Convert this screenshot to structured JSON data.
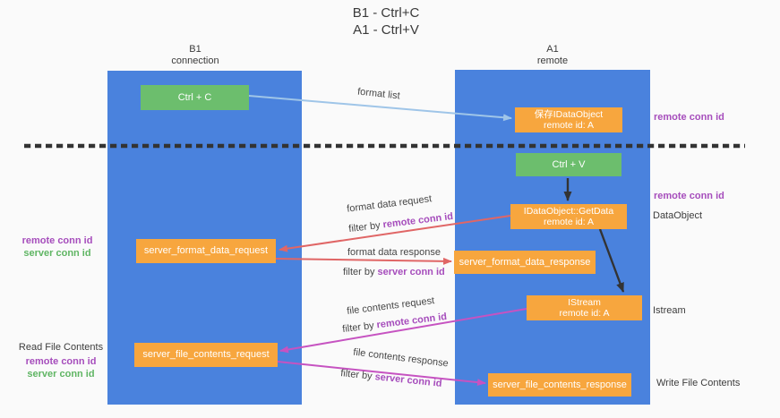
{
  "title": {
    "line1": "B1 - Ctrl+C",
    "line2": "A1 - Ctrl+V"
  },
  "columns": {
    "left": {
      "header_line1": "B1",
      "header_line2": "connection"
    },
    "right": {
      "header_line1": "A1",
      "header_line2": "remote"
    }
  },
  "boxes": {
    "ctrl_c": "Ctrl + C",
    "ctrl_v": "Ctrl + V",
    "save_idataobject": {
      "line1": "保存IDataObject",
      "line2": "remote id: A"
    },
    "getdata": {
      "line1": "IDataObject::GetData",
      "line2": "remote id: A"
    },
    "istream": {
      "line1": "IStream",
      "line2": "remote id: A"
    },
    "format_request": "server_format_data_request",
    "format_response": "server_format_data_response",
    "file_request": "server_file_contents_request",
    "file_response": "server_file_contents_response"
  },
  "flow_labels": {
    "format_list": "format list",
    "format_data_request": {
      "line1": "format data request",
      "filter_by": "filter by",
      "filter_value": "remote conn id"
    },
    "format_data_response": {
      "line1": "format data response",
      "filter_by": "filter by",
      "filter_value": "server conn id"
    },
    "file_contents_request": {
      "line1": "file contents request",
      "filter_by": "filter by",
      "filter_value": "remote conn id"
    },
    "file_contents_response": {
      "line1": "file contents response",
      "filter_by": "filter by",
      "filter_value": "server conn id"
    }
  },
  "side_notes": {
    "right_remote_conn_id_top": "remote conn id",
    "right_remote_conn_id_mid": "remote conn id",
    "dataobject": "DataObject",
    "istream": "Istream",
    "write_file_contents": "Write File Contents",
    "left_top": {
      "remote": "remote conn id",
      "server": "server conn id"
    },
    "left_bottom": {
      "title": "Read File Contents",
      "remote": "remote conn id",
      "server": "server conn id"
    }
  },
  "colors": {
    "column_blue": "#4a82dd",
    "box_orange": "#f7a63e",
    "box_green": "#6cbe6d",
    "arrow_light_blue": "#9fc5e8",
    "arrow_red": "#e06666",
    "arrow_magenta": "#c653c1",
    "arrow_black": "#333333",
    "text_purple": "#a64dbc",
    "text_green": "#5fb563"
  }
}
